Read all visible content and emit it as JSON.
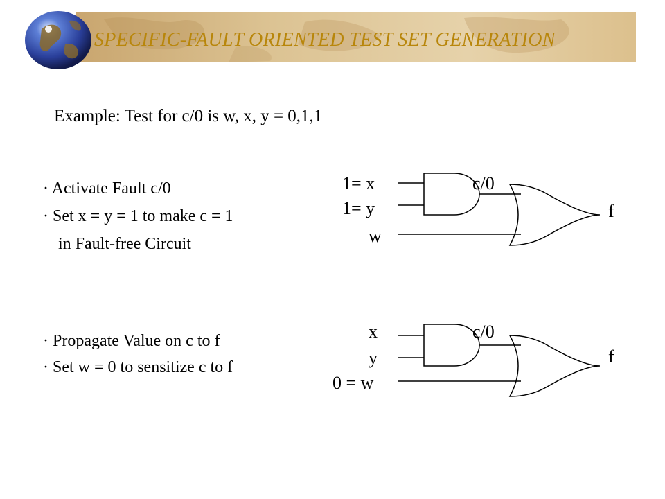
{
  "slide": {
    "title": "SPECIFIC-FAULT ORIENTED TEST SET GENERATION",
    "example": "Example: Test for c/0 is w, x, y = 0,1,1",
    "section1": {
      "line1": "· Activate Fault c/0",
      "line2": "· Set x = y = 1 to make c = 1",
      "line3": "in Fault-free Circuit"
    },
    "section2": {
      "line1": "· Propagate Value on c to f",
      "line2": "· Set w = 0 to sensitize c to f"
    }
  },
  "circuit1": {
    "x_label": "1= x",
    "y_label": "1= y",
    "w_label": "w",
    "fault_label": "c/0",
    "out_label": "f"
  },
  "circuit2": {
    "x_label": "x",
    "y_label": "y",
    "w_label": "0 = w",
    "fault_label": "c/0",
    "out_label": "f"
  },
  "colors": {
    "title": "#b8860b",
    "banner": "#d8bd8a"
  },
  "icons": [
    "globe-icon"
  ]
}
